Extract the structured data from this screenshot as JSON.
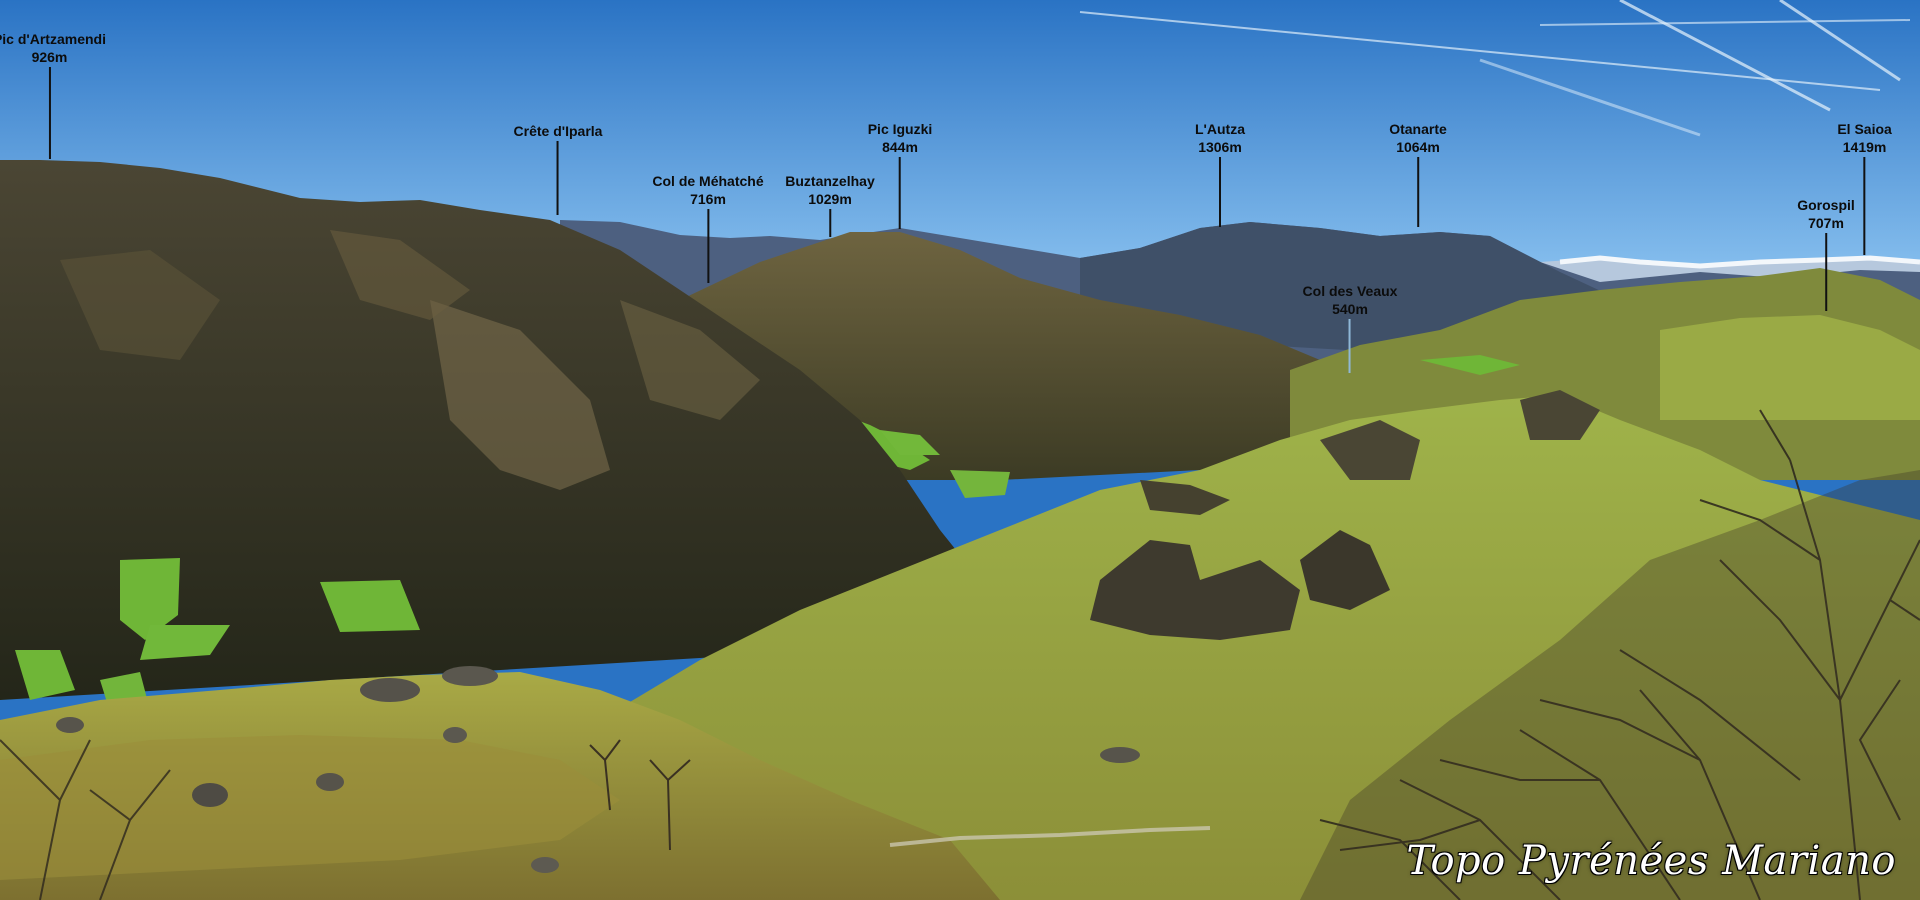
{
  "photo": {
    "summits": [
      {
        "id": "artzamendi",
        "name": "Pic d'Artzamendi",
        "altitude": "926m"
      },
      {
        "id": "iparla",
        "name": "Crête d'Iparla",
        "altitude": ""
      },
      {
        "id": "mehatche",
        "name": "Col de Méhatché",
        "altitude": "716m"
      },
      {
        "id": "buztanzelhay",
        "name": "Buztanzelhay",
        "altitude": "1029m"
      },
      {
        "id": "iguzki",
        "name": "Pic Iguzki",
        "altitude": "844m"
      },
      {
        "id": "autza",
        "name": "L'Autza",
        "altitude": "1306m"
      },
      {
        "id": "veaux",
        "name": "Col des Veaux",
        "altitude": "540m"
      },
      {
        "id": "otanarte",
        "name": "Otanarte",
        "altitude": "1064m"
      },
      {
        "id": "gorospil",
        "name": "Gorospil",
        "altitude": "707m"
      },
      {
        "id": "saioa",
        "name": "El Saioa",
        "altitude": "1419m"
      }
    ],
    "watermark": "Topo Pyrénées Mariano"
  },
  "colors": {
    "sky_top": "#2a73c4",
    "sky_bottom": "#8fc6f2",
    "far_ridges": "#4d6080",
    "dark_hills": "#3a3a2a",
    "meadow": "#9fb34a",
    "bright_pasture": "#71b83a"
  }
}
